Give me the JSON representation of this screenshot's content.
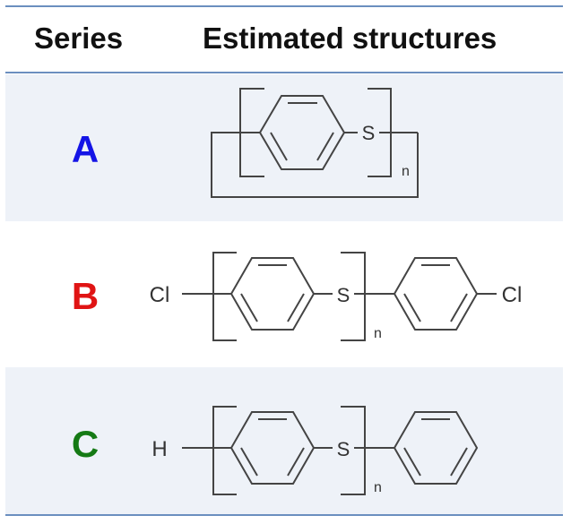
{
  "header": {
    "series_label": "Series",
    "structures_label": "Estimated structures"
  },
  "rows": [
    {
      "series": "A",
      "color": "#1414e6",
      "sulfur": "S",
      "subscript": "n"
    },
    {
      "series": "B",
      "color": "#e01414",
      "left_end": "Cl",
      "sulfur": "S",
      "subscript": "n",
      "right_end": "Cl"
    },
    {
      "series": "C",
      "color": "#157a15",
      "left_end": "H",
      "sulfur": "S",
      "subscript": "n"
    }
  ]
}
